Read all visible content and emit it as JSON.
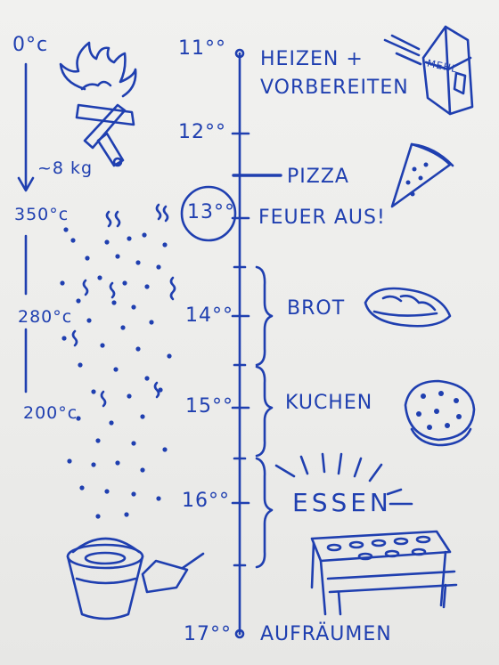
{
  "palette": {
    "ink": "#1f3fb0",
    "board": "#eeeeec"
  },
  "left_column": {
    "start_temp": "0°c",
    "wood": "~8 kg",
    "temp_350": "350°c",
    "temp_280": "280°c",
    "temp_200": "200°c"
  },
  "timeline": {
    "t11": "11°°",
    "t12": "12°°",
    "t13": "13°°",
    "t14": "14°°",
    "t15": "15°°",
    "t16": "16°°",
    "t17": "17°°"
  },
  "events": {
    "heat_line1": "HEIZEN +",
    "heat_line2": "VORBEREITEN",
    "pizza": "PIZZA",
    "fire_out": "FEUER AUS!",
    "brot": "BROT",
    "kuchen": "KUCHEN",
    "essen": "ESSEN",
    "cleanup": "AUFRÄUMEN"
  },
  "icons": [
    "fire-icon",
    "flour-bag-icon",
    "pizza-slice-icon",
    "bread-icon",
    "cake-icon",
    "table-bench-icon",
    "bucket-icon",
    "shovel-icon"
  ],
  "flour_bag_label": "MEHL"
}
